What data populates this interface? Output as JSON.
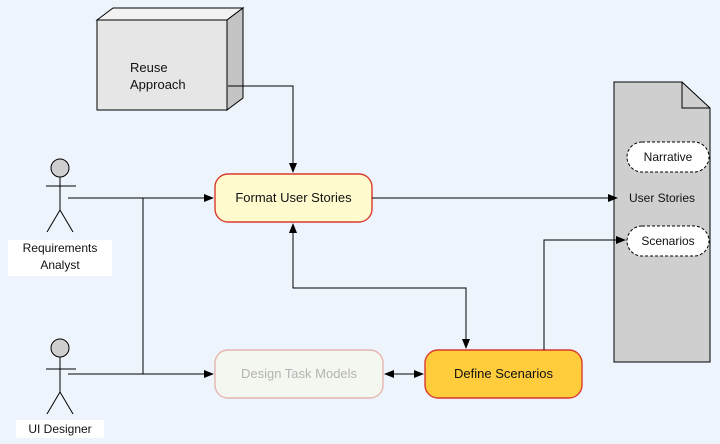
{
  "diagram": {
    "reuse_approach": {
      "line1": "Reuse",
      "line2": "Approach"
    },
    "actors": {
      "requirements_analyst": {
        "line1": "Requirements",
        "line2": "Analyst"
      },
      "ui_designer": {
        "label": "UI Designer"
      }
    },
    "processes": {
      "format_user_stories": "Format User Stories",
      "design_task_models": "Design Task Models",
      "define_scenarios": "Define Scenarios"
    },
    "document": {
      "title": "User Stories",
      "narrative": "Narrative",
      "scenarios": "Scenarios"
    },
    "colors": {
      "background": "#eef4fb",
      "format_fill": "#fffbcf",
      "format_stroke": "#d93a2e",
      "define_fill": "#ffcd3c",
      "define_stroke": "#d93a2e",
      "design_fill": "#f4f7f0",
      "design_stroke": "#e6b5b0",
      "document_fill": "#cfcfcf",
      "cube_fill": "#e6e6e6"
    }
  }
}
